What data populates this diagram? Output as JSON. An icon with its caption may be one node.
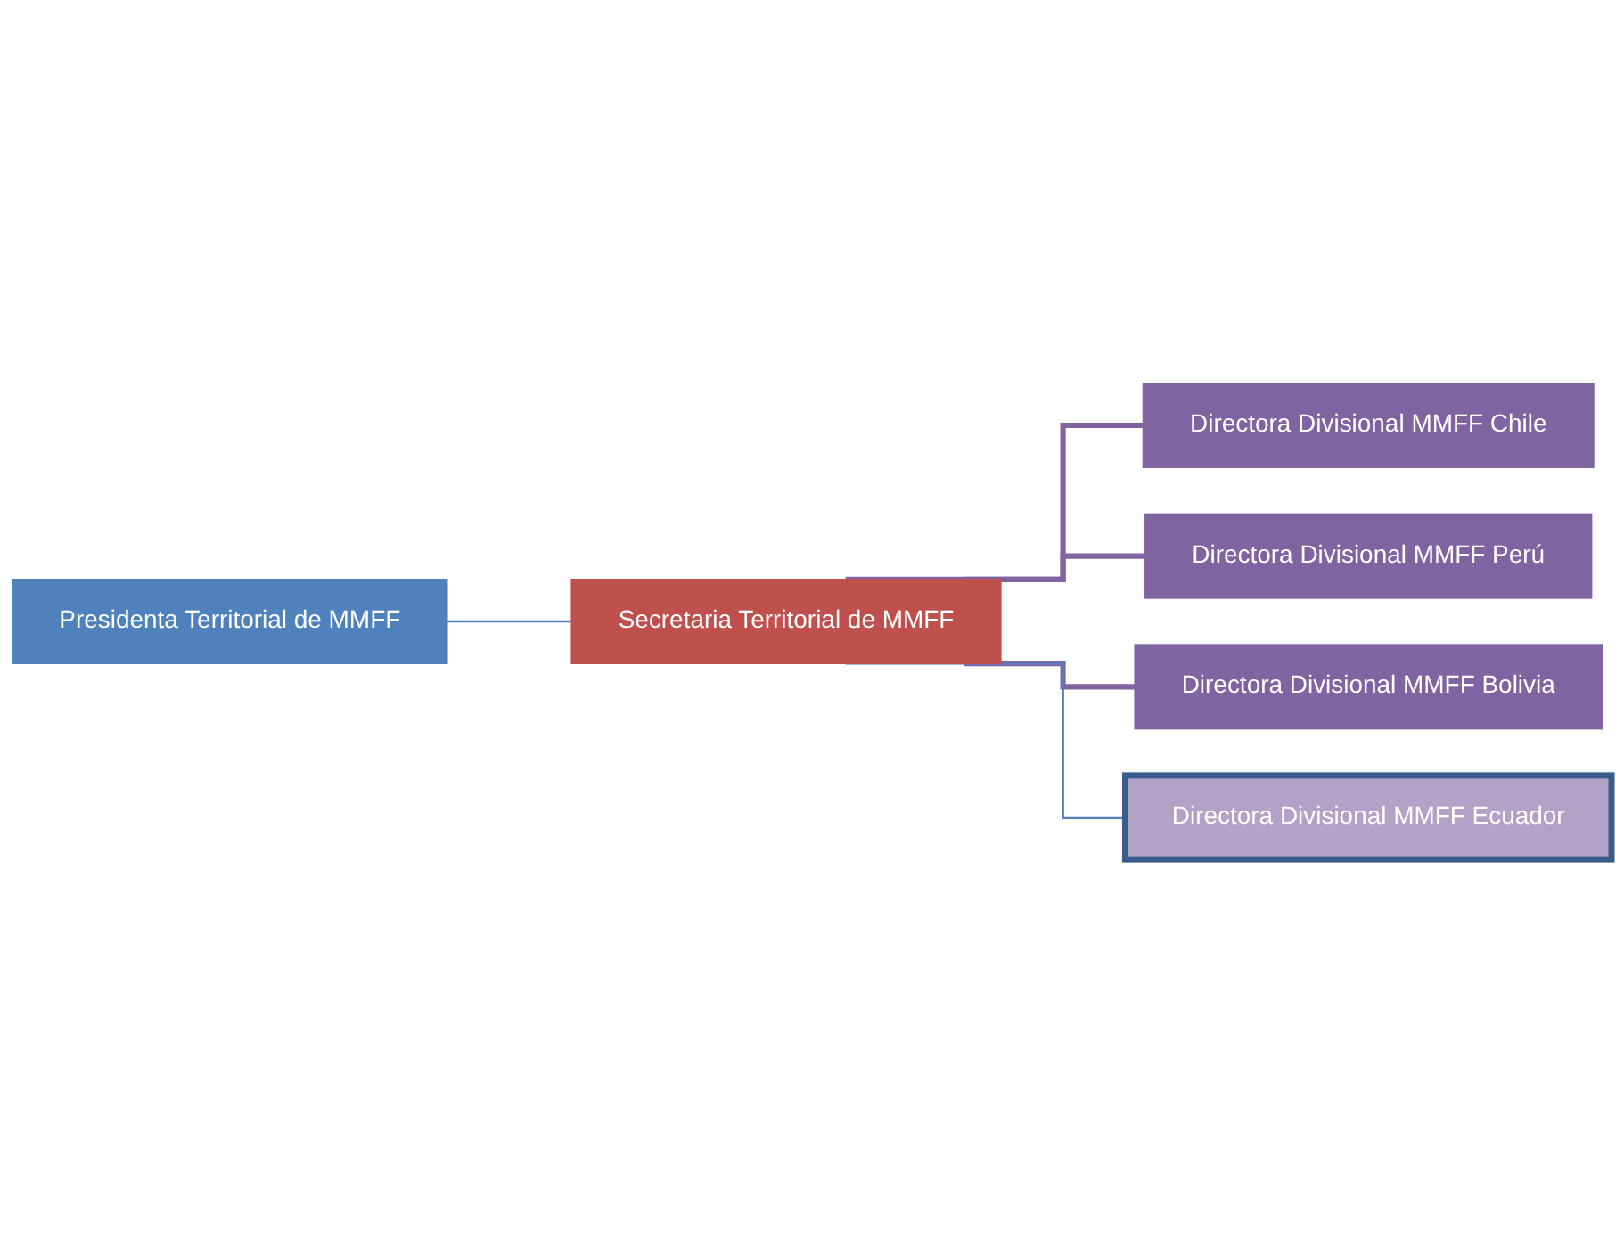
{
  "diagram": {
    "nodes": [
      {
        "text": [
          "Presidenta Territorial de MMFF"
        ]
      },
      {
        "text": [
          "Secretaria  Territorial de MMFF"
        ]
      },
      {
        "text": [
          "Directora Divisional  MMFF Chile"
        ]
      },
      {
        "text": [
          "Directora Divisional MMFF Perú"
        ]
      },
      {
        "text": [
          "Directora Divisional MMFF Bolivia"
        ]
      },
      {
        "text": [
          "Directora Divisional MMFF Ecuador"
        ]
      }
    ],
    "edges": [
      {
        "from": 0,
        "to": 1,
        "arrow": "none",
        "color": "#4f81bd"
      },
      {
        "from": 1,
        "to": 2,
        "arrow": "none"
      },
      {
        "from": 1,
        "to": 3,
        "arrow": "none"
      },
      {
        "from": 1,
        "to": 4,
        "arrow": "none"
      },
      {
        "from": 1,
        "to": 5,
        "arrow": "none",
        "color": "#4f81bd"
      }
    ]
  }
}
